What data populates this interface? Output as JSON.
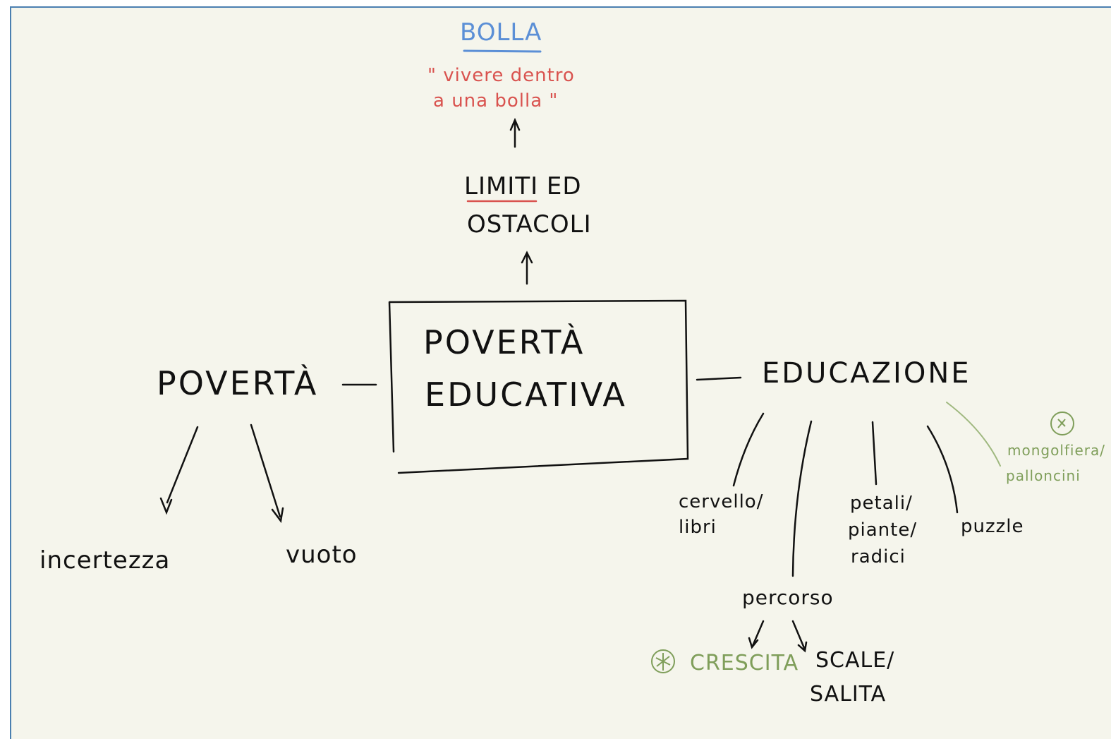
{
  "diagram": {
    "center": {
      "line1": "POVERTÀ",
      "line2": "EDUCATIVA"
    },
    "top": {
      "title": "BOLLA",
      "quote_line1": "\" vivere dentro",
      "quote_line2": "a una bolla \"",
      "node_line1": "LIMITI ED",
      "node_line2": "OSTACOLI"
    },
    "left": {
      "node": "POVERTÀ",
      "children": [
        "incertezza",
        "vuoto"
      ]
    },
    "right": {
      "node": "EDUCAZIONE",
      "children": {
        "cervello_line1": "cervello/",
        "cervello_line2": "libri",
        "percorso": "percorso",
        "petali_line1": "petali/",
        "petali_line2": "piante/",
        "petali_line3": "radici",
        "puzzle": "puzzle",
        "mongolfiera_line1": "mongolfiera/",
        "mongolfiera_line2": "palloncini"
      },
      "percorso_children": {
        "crescita": "CRESCITA",
        "scale_line1": "SCALE/",
        "scale_line2": "SALITA"
      }
    },
    "colors": {
      "ink": "#111111",
      "accent_green": "#7f9e5a",
      "accent_red": "#d9534f",
      "accent_blue": "#5b8fd6",
      "frame": "#4a7fb0",
      "paper": "#f5f5ec"
    }
  }
}
